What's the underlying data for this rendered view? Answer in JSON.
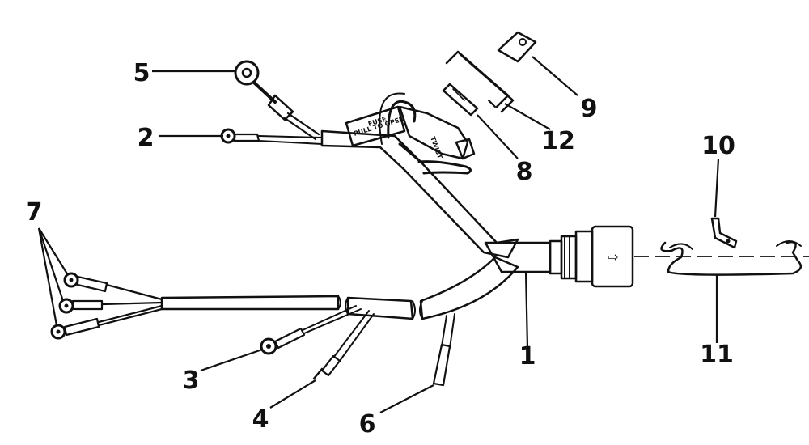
{
  "callouts": {
    "c1": "1",
    "c2": "2",
    "c3": "3",
    "c4": "4",
    "c5": "5",
    "c6": "6",
    "c7": "7",
    "c8": "8",
    "c9": "9",
    "c10": "10",
    "c11": "11",
    "c12": "12"
  },
  "fuse_holder": {
    "line1": "FUSE",
    "line2": "PULL TO OPEN",
    "twist": "TWIST"
  },
  "connector_arrow": "⇨"
}
